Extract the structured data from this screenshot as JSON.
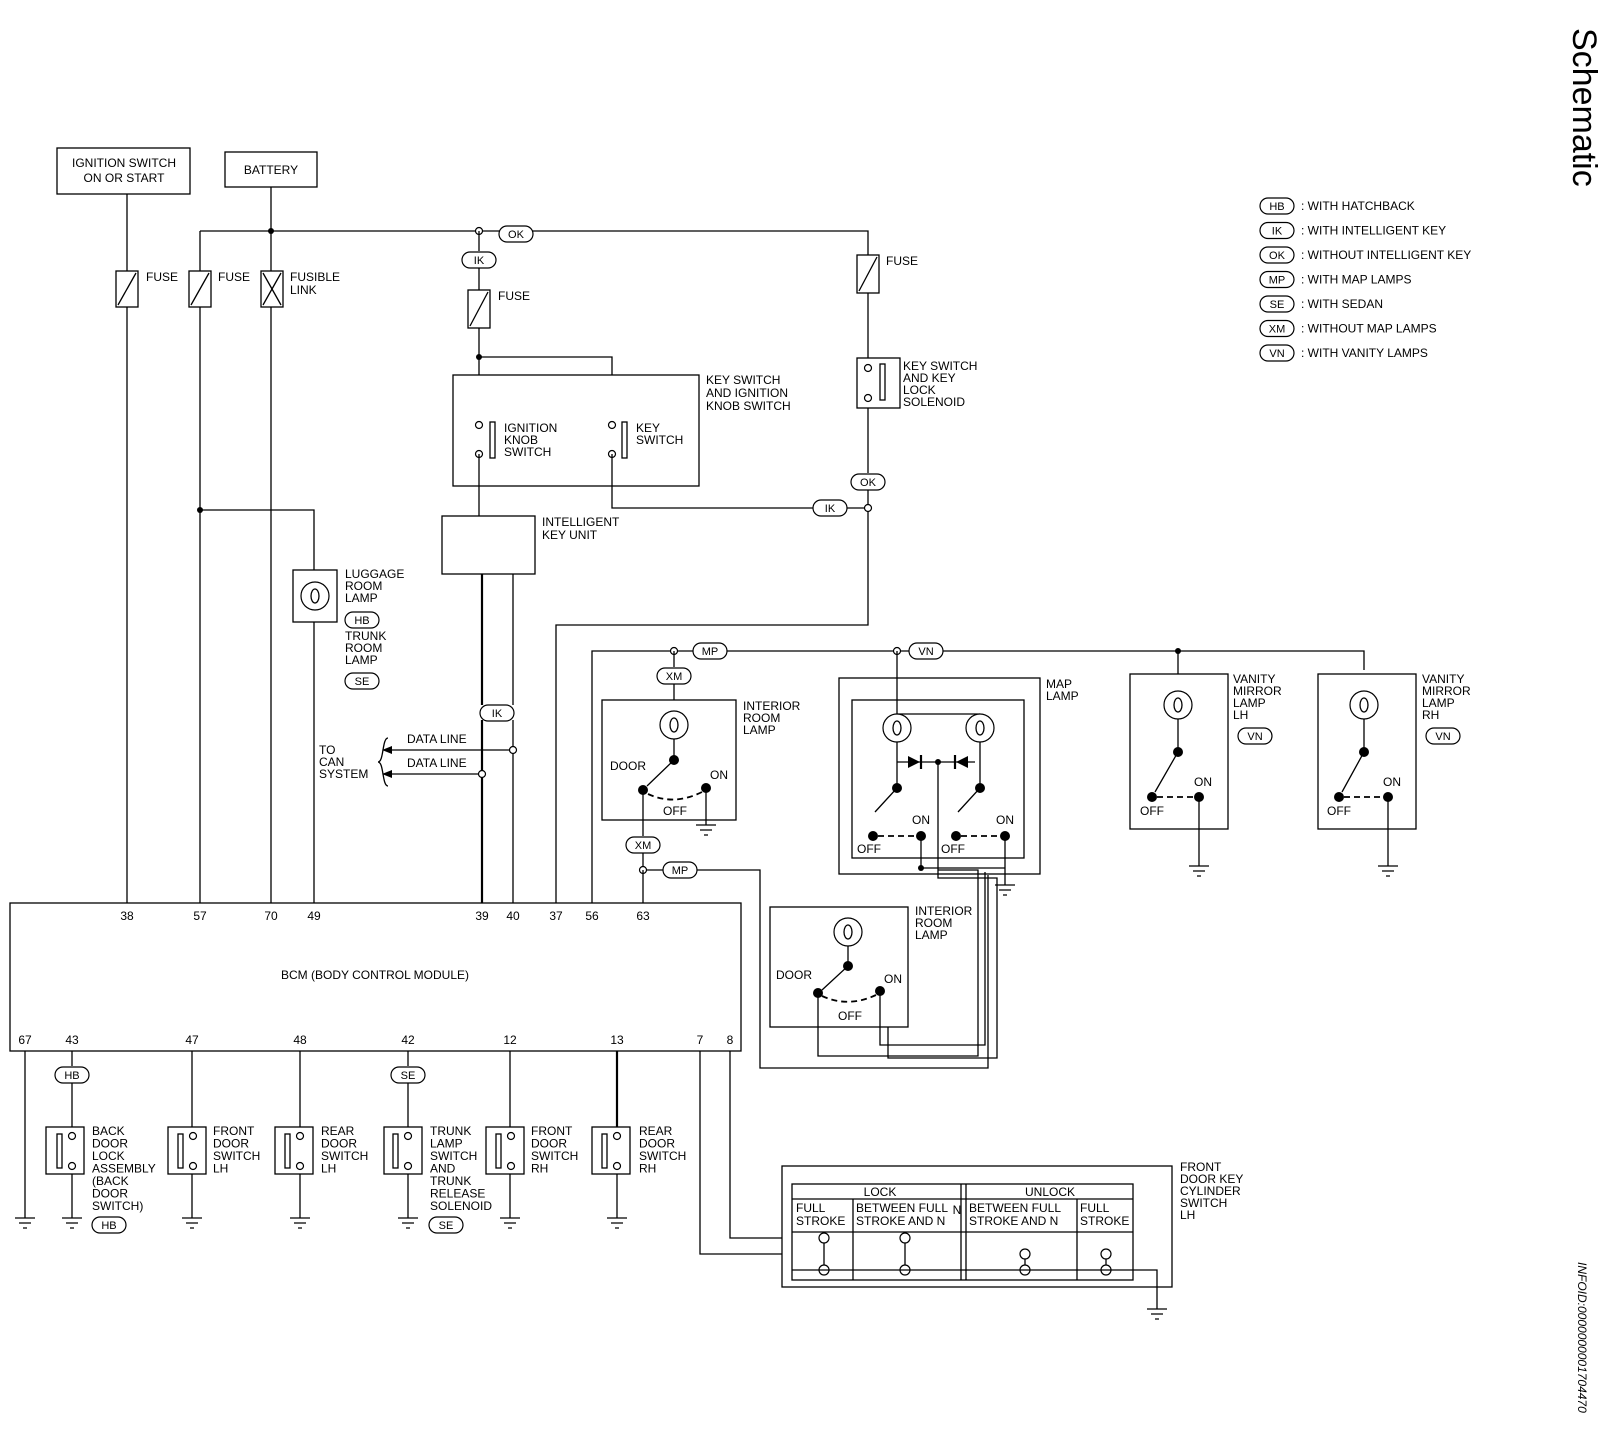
{
  "page": {
    "title": "Schematic",
    "doc_id": "INFOID:0000000001704470"
  },
  "legend": [
    {
      "code": "HB",
      "text": ": WITH HATCHBACK"
    },
    {
      "code": "IK",
      "text": ": WITH INTELLIGENT KEY"
    },
    {
      "code": "OK",
      "text": ": WITHOUT INTELLIGENT KEY"
    },
    {
      "code": "MP",
      "text": ": WITH MAP LAMPS"
    },
    {
      "code": "SE",
      "text": ": WITH SEDAN"
    },
    {
      "code": "XM",
      "text": ": WITHOUT MAP LAMPS"
    },
    {
      "code": "VN",
      "text": ": WITH VANITY LAMPS"
    }
  ],
  "power": {
    "ignition": [
      "IGNITION SWITCH",
      "ON OR START"
    ],
    "battery": "BATTERY",
    "fuse": "FUSE",
    "fusible_link": [
      "FUSIBLE",
      "LINK"
    ]
  },
  "components": {
    "key_ignition": [
      "KEY SWITCH",
      "AND IGNITION",
      "KNOB SWITCH"
    ],
    "ignition_knob": [
      "IGNITION",
      "KNOB",
      "SWITCH"
    ],
    "key_switch": [
      "KEY",
      "SWITCH"
    ],
    "key_lock_solenoid": [
      "KEY SWITCH",
      "AND KEY",
      "LOCK",
      "SOLENOID"
    ],
    "intelligent_key_unit": [
      "INTELLIGENT",
      "KEY UNIT"
    ],
    "luggage_lamp": [
      "LUGGAGE",
      "ROOM",
      "LAMP"
    ],
    "trunk_lamp": [
      "TRUNK",
      "ROOM",
      "LAMP"
    ],
    "can": [
      "TO",
      "CAN",
      "SYSTEM"
    ],
    "data_line": "DATA LINE",
    "interior_lamp": [
      "INTERIOR",
      "ROOM",
      "LAMP"
    ],
    "map_lamp": [
      "MAP",
      "LAMP"
    ],
    "vanity_lh": [
      "VANITY",
      "MIRROR",
      "LAMP",
      "LH"
    ],
    "vanity_rh": [
      "VANITY",
      "MIRROR",
      "LAMP",
      "RH"
    ],
    "door": "DOOR",
    "on": "ON",
    "off": "OFF",
    "bcm": "BCM (BODY CONTROL MODULE)",
    "back_door": [
      "BACK",
      "DOOR",
      "LOCK",
      "ASSEMBLY",
      "(BACK",
      "DOOR",
      "SWITCH)"
    ],
    "front_door_lh": [
      "FRONT",
      "DOOR",
      "SWITCH",
      "LH"
    ],
    "rear_door_lh": [
      "REAR",
      "DOOR",
      "SWITCH",
      "LH"
    ],
    "trunk_switch": [
      "TRUNK",
      "LAMP",
      "SWITCH",
      "AND",
      "TRUNK",
      "RELEASE",
      "SOLENOID"
    ],
    "front_door_rh": [
      "FRONT",
      "DOOR",
      "SWITCH",
      "RH"
    ],
    "rear_door_rh": [
      "REAR",
      "DOOR",
      "SWITCH",
      "RH"
    ],
    "key_cylinder": [
      "FRONT",
      "DOOR KEY",
      "CYLINDER",
      "SWITCH",
      "LH"
    ]
  },
  "pins_top": [
    "38",
    "57",
    "70",
    "49",
    "39",
    "40",
    "37",
    "56",
    "63"
  ],
  "pins_bottom": [
    "67",
    "43",
    "47",
    "48",
    "42",
    "12",
    "13",
    "7",
    "8"
  ],
  "cylinder_table": {
    "lock": "LOCK",
    "unlock": "UNLOCK",
    "n": "N",
    "full_stroke": [
      "FULL",
      "STROKE"
    ],
    "between": [
      "BETWEEN FULL",
      "STROKE AND N"
    ]
  }
}
